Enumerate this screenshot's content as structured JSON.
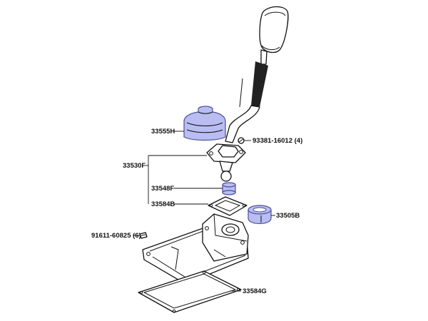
{
  "callouts": {
    "boot": "33555H",
    "assembly": "33530F",
    "bolt": "93381-16012 (4)",
    "bushing": "33548F",
    "gasket_upper": "33584B",
    "seat": "33505B",
    "bolt_lower": "91611-60825 (6)",
    "gasket_lower": "33584G"
  },
  "colors": {
    "highlight": "#b9bdf2",
    "highlight_stroke": "#4a4f9a",
    "line": "#111111"
  }
}
